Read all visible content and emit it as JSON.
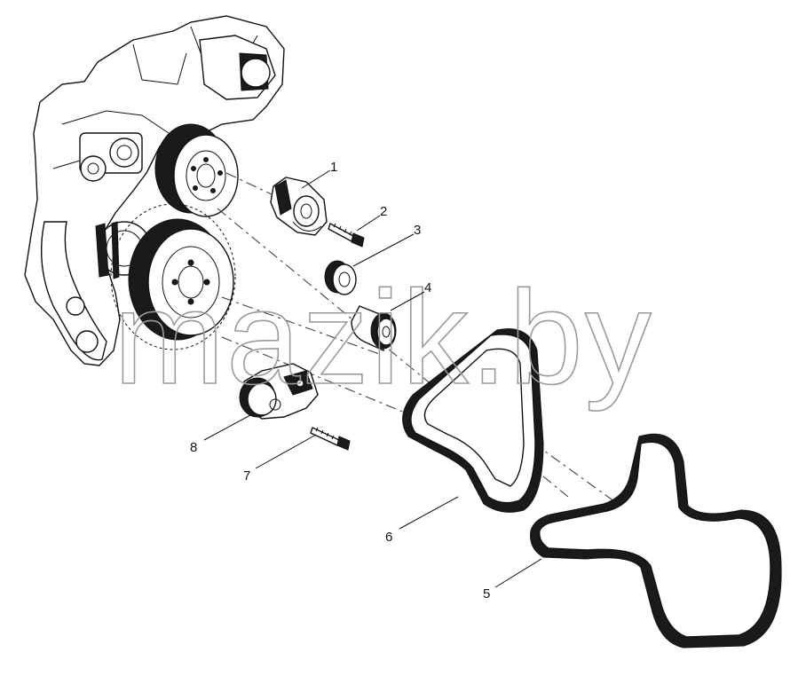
{
  "watermark": "mazik.by",
  "callouts": [
    "1",
    "2",
    "3",
    "4",
    "5",
    "6",
    "7",
    "8"
  ],
  "colors": {
    "ink": "#111111",
    "watermark": "#9a9a9a",
    "background": "#ffffff"
  }
}
